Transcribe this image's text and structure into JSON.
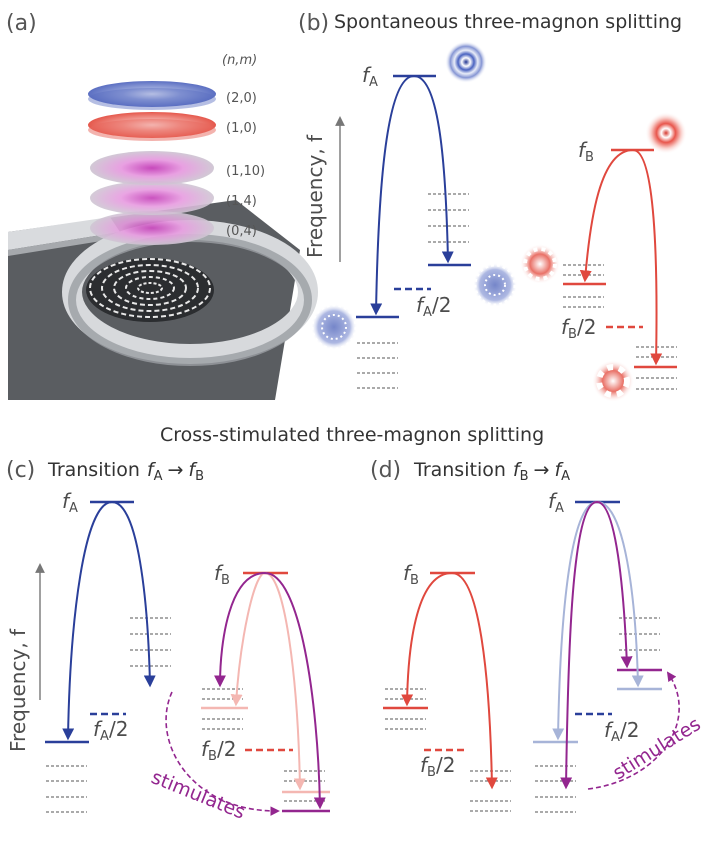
{
  "panels": {
    "a": {
      "label": "(a)"
    },
    "b": {
      "label": "(b)",
      "title": "Spontaneous three-magnon splitting"
    },
    "c": {
      "label": "(c)",
      "title_prefix": "Transition"
    },
    "d": {
      "label": "(d)",
      "title_prefix": "Transition"
    }
  },
  "section_title": "Cross-stimulated three-magnon splitting",
  "mode_index_header": "(n,m)",
  "mode_labels": [
    "(2,0)",
    "(1,0)",
    "(1,10)",
    "(1,4)",
    "(0,4)"
  ],
  "axis_label": "Frequency, f",
  "freq": {
    "f": "f",
    "A": "A",
    "B": "B",
    "half": "/2",
    "arrow": "→"
  },
  "stimulates_label": "stimulates",
  "colors": {
    "mode_A": "#2a3f9a",
    "mode_B": "#e0483e",
    "stimulated": "#93268f",
    "faint_B": "#f4b7b2",
    "faint_A": "#a7b4d8"
  }
}
